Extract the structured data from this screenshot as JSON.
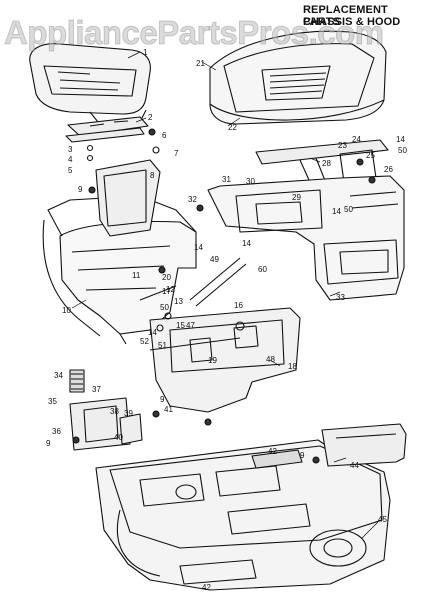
{
  "header": {
    "line1": "REPLACEMENT PARTS",
    "line2": "CHASSIS & HOOD"
  },
  "watermark": "AppliancePartsPros.com",
  "callouts": [
    {
      "id": "c1",
      "label": "1"
    },
    {
      "id": "c2",
      "label": "2"
    },
    {
      "id": "c3",
      "label": "3"
    },
    {
      "id": "c4",
      "label": "4"
    },
    {
      "id": "c5",
      "label": "5"
    },
    {
      "id": "c6",
      "label": "6"
    },
    {
      "id": "c7",
      "label": "7"
    },
    {
      "id": "c8",
      "label": "8"
    },
    {
      "id": "c9",
      "label": "9"
    },
    {
      "id": "c10",
      "label": "10"
    },
    {
      "id": "c11",
      "label": "11"
    },
    {
      "id": "c12",
      "label": "12"
    },
    {
      "id": "c13",
      "label": "13"
    },
    {
      "id": "c14a",
      "label": "14"
    },
    {
      "id": "c14b",
      "label": "14"
    },
    {
      "id": "c14c",
      "label": "14"
    },
    {
      "id": "c14d",
      "label": "14"
    },
    {
      "id": "c14e",
      "label": "14"
    },
    {
      "id": "c15",
      "label": "15"
    },
    {
      "id": "c16",
      "label": "16"
    },
    {
      "id": "c17",
      "label": "17"
    },
    {
      "id": "c18",
      "label": "18"
    },
    {
      "id": "c19",
      "label": "19"
    },
    {
      "id": "c20",
      "label": "20"
    },
    {
      "id": "c21",
      "label": "21"
    },
    {
      "id": "c22",
      "label": "22"
    },
    {
      "id": "c23",
      "label": "23"
    },
    {
      "id": "c24",
      "label": "24"
    },
    {
      "id": "c25",
      "label": "25"
    },
    {
      "id": "c26",
      "label": "26"
    },
    {
      "id": "c28",
      "label": "28"
    },
    {
      "id": "c29",
      "label": "29"
    },
    {
      "id": "c30",
      "label": "30"
    },
    {
      "id": "c31",
      "label": "31"
    },
    {
      "id": "c32",
      "label": "32"
    },
    {
      "id": "c33",
      "label": "33"
    },
    {
      "id": "c34",
      "label": "34"
    },
    {
      "id": "c35",
      "label": "35"
    },
    {
      "id": "c36",
      "label": "36"
    },
    {
      "id": "c37",
      "label": "37"
    },
    {
      "id": "c38",
      "label": "38"
    },
    {
      "id": "c39",
      "label": "39"
    },
    {
      "id": "c40",
      "label": "40"
    },
    {
      "id": "c41",
      "label": "41"
    },
    {
      "id": "c42a",
      "label": "42"
    },
    {
      "id": "c42b",
      "label": "42"
    },
    {
      "id": "c44",
      "label": "44"
    },
    {
      "id": "c45",
      "label": "45"
    },
    {
      "id": "c47",
      "label": "47"
    },
    {
      "id": "c48",
      "label": "48"
    },
    {
      "id": "c49",
      "label": "49"
    },
    {
      "id": "c50a",
      "label": "50"
    },
    {
      "id": "c50b",
      "label": "50"
    },
    {
      "id": "c50c",
      "label": "50"
    },
    {
      "id": "c51",
      "label": "51"
    },
    {
      "id": "c52",
      "label": "52"
    },
    {
      "id": "c60",
      "label": "60"
    },
    {
      "id": "c9b",
      "label": "9"
    },
    {
      "id": "c9c",
      "label": "9"
    },
    {
      "id": "c9d",
      "label": "9"
    }
  ]
}
